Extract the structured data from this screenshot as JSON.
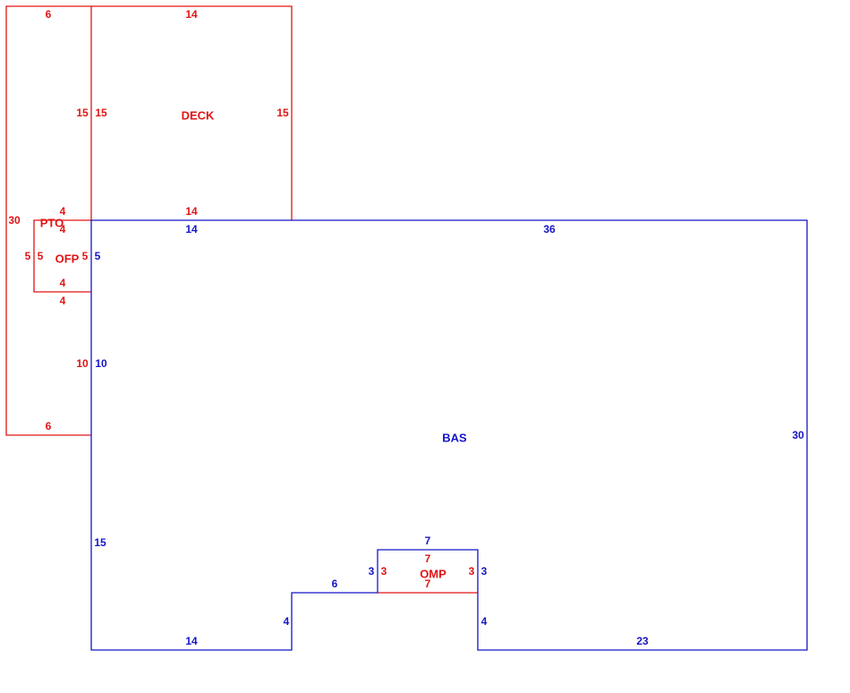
{
  "colors": {
    "red": "#e01515",
    "blue": "#1515c8",
    "background": "#ffffff"
  },
  "areas": {
    "deck": {
      "label": "DECK",
      "color": "red",
      "dims": {
        "top": "14",
        "left": "15",
        "right": "15",
        "bottom": "14"
      }
    },
    "pto": {
      "label": "PTO",
      "color": "red",
      "dims": {
        "top": "6",
        "left": "30",
        "right_upper": "15",
        "right_mid_top": "4",
        "right_mid_bottom": "4",
        "right_lower": "10",
        "bottom": "6"
      }
    },
    "ofp": {
      "label": "OFP",
      "color": "red",
      "dims": {
        "top": "4",
        "left_outer": "5",
        "left": "5",
        "right": "5",
        "bottom": "4"
      }
    },
    "bas": {
      "label": "BAS",
      "color": "blue",
      "dims": {
        "top_left": "14",
        "top_right": "36",
        "left_upper": "5",
        "left_mid": "10",
        "left_lower": "15",
        "right": "30",
        "bottom_left": "14",
        "notch_left": "4",
        "notch_top": "6",
        "bump_left": "3",
        "bump_top": "7",
        "bump_right": "3",
        "notch_right": "4",
        "bottom_right": "23"
      }
    },
    "omp": {
      "label": "OMP",
      "color": "red",
      "dims": {
        "top": "7",
        "left": "3",
        "right": "3",
        "bottom": "7"
      }
    }
  }
}
